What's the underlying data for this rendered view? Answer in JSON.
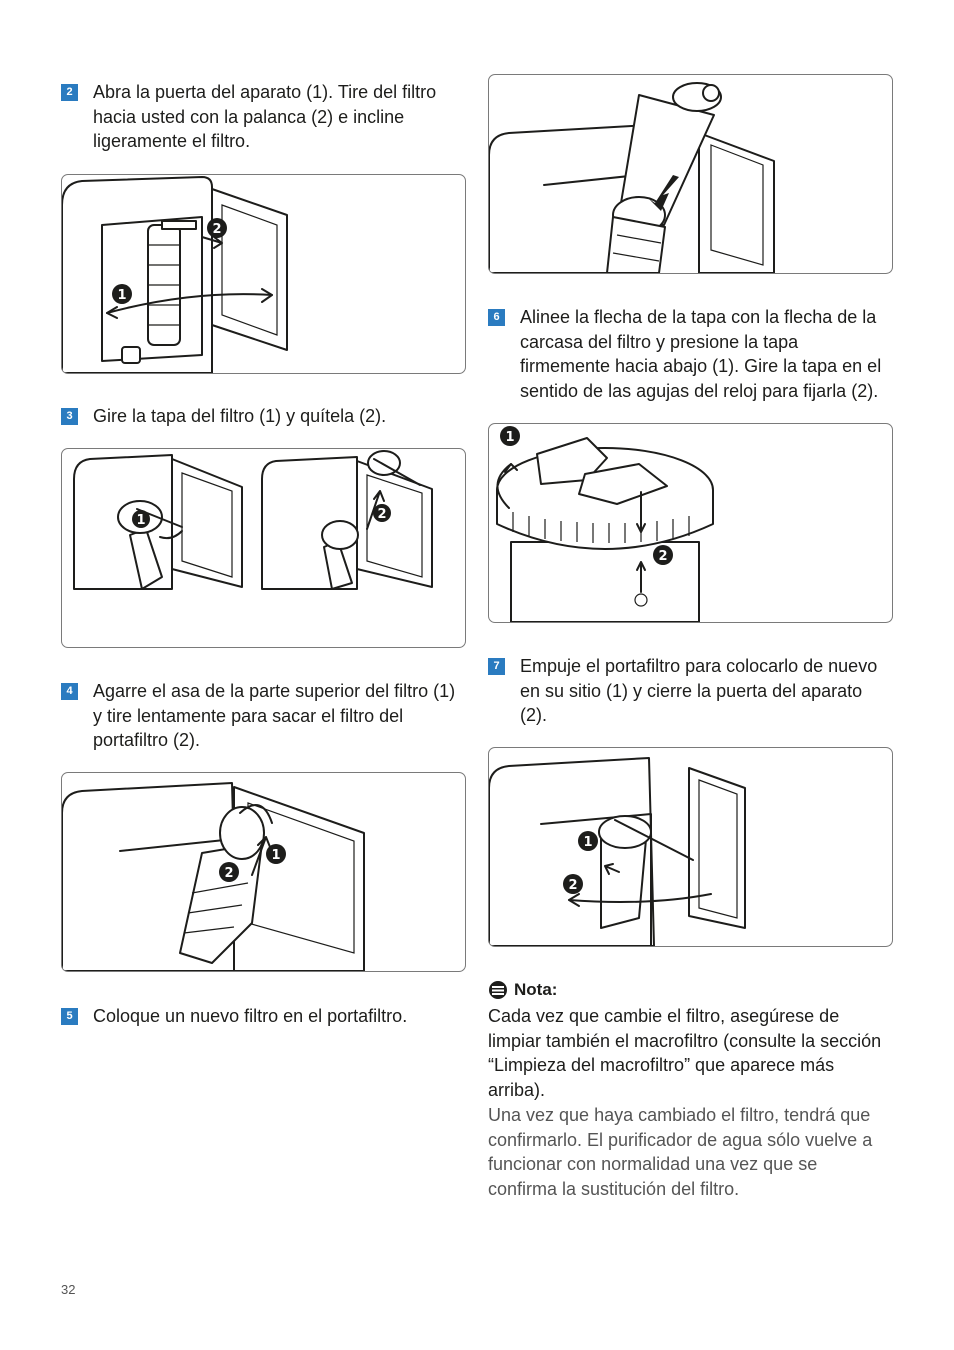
{
  "steps": [
    {
      "num": "2",
      "text": "Abra la puerta del aparato (1). Tire del filtro hacia usted con la palanca (2) e incline ligeramente el filtro."
    },
    {
      "num": "3",
      "text": "Gire la tapa del filtro (1) y quítela (2)."
    },
    {
      "num": "4",
      "text": "Agarre el asa de la parte superior del filtro (1) y tire lentamente para sacar el filtro del portafiltro (2)."
    },
    {
      "num": "5",
      "text": "Coloque un nuevo filtro en el portafiltro."
    },
    {
      "num": "6",
      "text": "Alinee la flecha de la tapa con la flecha de la carcasa del filtro y presione la tapa firmemente hacia abajo (1). Gire la tapa en el sentido de las agujas del reloj para fijarla (2)."
    },
    {
      "num": "7",
      "text": "Empuje el portafiltro para colocarlo de nuevo en su sitio (1) y cierre la puerta del aparato (2)."
    }
  ],
  "figure_labels": {
    "one": "1",
    "two": "2"
  },
  "note": {
    "title": "Nota:",
    "bold_text": "Cada vez que cambie el filtro, asegúrese de limpiar también el macrofiltro (consulte la sección “Limpieza del macrofiltro” que aparece más arriba).",
    "light_text": "Una vez que haya cambiado el filtro, tendrá que confirmarlo. El purificador de agua sólo vuelve a funcionar con normalidad una vez que se confirma la sustitución del filtro."
  },
  "page_number": "32",
  "colors": {
    "step_badge": "#2a7bc0",
    "text": "#1d1d1b"
  }
}
